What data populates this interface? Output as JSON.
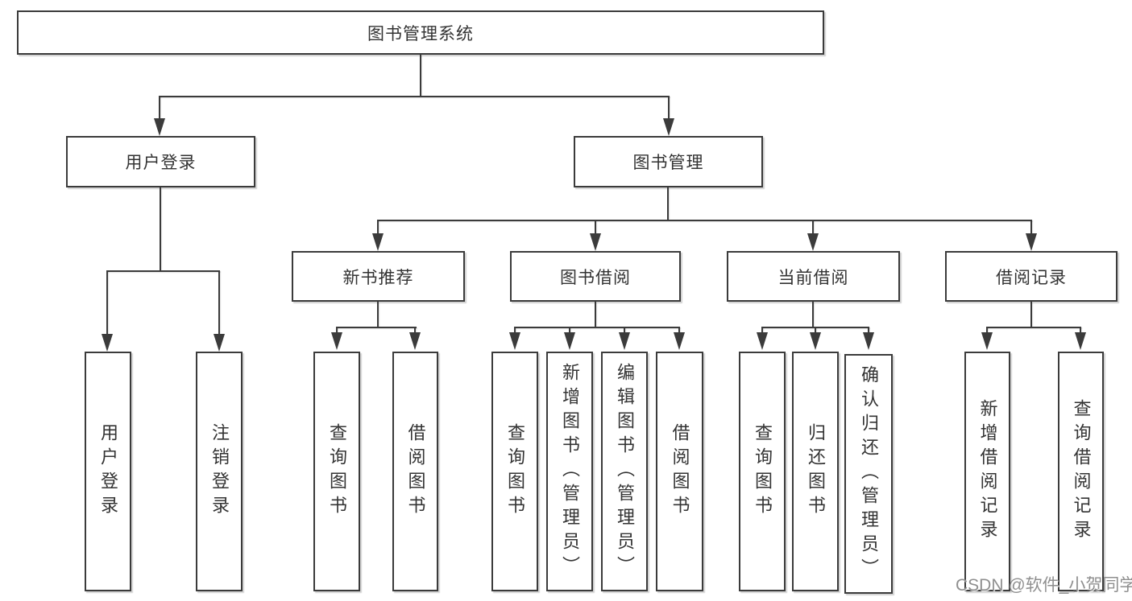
{
  "colors": {
    "line": "#3b3b3b",
    "text": "#333333",
    "box_background": "#ffffff",
    "watermark_text": "#8f8f8f"
  },
  "diagram": {
    "root": "图书管理系统",
    "branches": [
      {
        "label": "用户登录",
        "children": [
          "用户登录",
          "注销登录"
        ]
      },
      {
        "label": "图书管理",
        "sections": [
          {
            "label": "新书推荐",
            "children": [
              "查询图书",
              "借阅图书"
            ]
          },
          {
            "label": "图书借阅",
            "children": [
              "查询图书",
              "新增图书（管理员）",
              "编辑图书（管理员）",
              "借阅图书"
            ]
          },
          {
            "label": "当前借阅",
            "children": [
              "查询图书",
              "归还图书",
              "确认归还（管理员）"
            ]
          },
          {
            "label": "借阅记录",
            "children": [
              "新增借阅记录",
              "查询借阅记录"
            ]
          }
        ]
      }
    ]
  },
  "watermark": {
    "text": "CSDN @软件_小贺同学"
  }
}
